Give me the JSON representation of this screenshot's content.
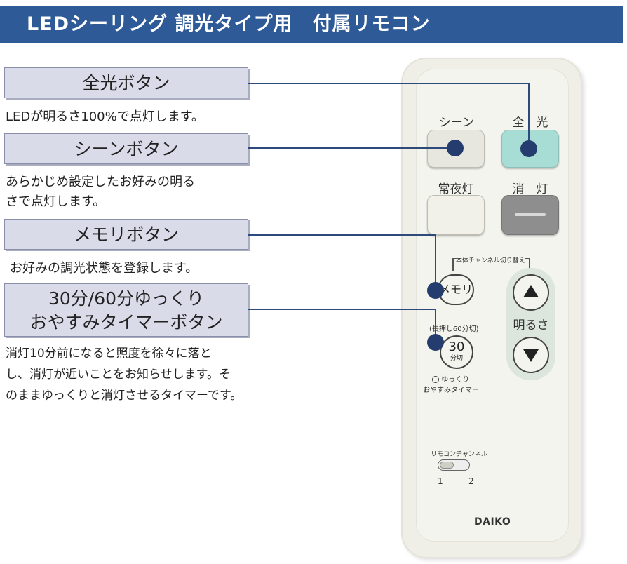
{
  "banner": {
    "title": "LEDシーリング 調光タイプ用　付属リモコン"
  },
  "sections": [
    {
      "label": "全光ボタン",
      "desc": [
        "LEDが明るさ100%で点灯します。"
      ]
    },
    {
      "label": "シーンボタン",
      "desc": [
        "あらかじめ設定したお好みの明る",
        "さで点灯します。"
      ]
    },
    {
      "label": "メモリボタン",
      "desc": [
        "お好みの調光状態を登録します。"
      ]
    },
    {
      "label": [
        "30分/60分ゆっくり",
        "おやすみタイマーボタン"
      ],
      "desc": [
        "消灯10分前になると照度を徐々に落と",
        "し、消灯が近いことをお知らせします。そ",
        "のままゆっくりと消灯させるタイマーです。"
      ]
    }
  ],
  "remote": {
    "scene_label": "シーン",
    "full_label": "全　光",
    "nightlight_label": "常夜灯",
    "off_label": "消　灯",
    "channel_switch_label": "本体チャンネル切り替え",
    "memory_label": "メモリ",
    "long_press_label": "(長押し60分切)",
    "timer_number": "30",
    "timer_unit": "分切",
    "timer_caption_1": "ゆっくり",
    "timer_caption_2": "おやすみタイマー",
    "brightness_label": "明るさ",
    "remote_channel_label": "リモコンチャンネル",
    "channel_1": "1",
    "channel_2": "2",
    "brand": "DAIKO"
  },
  "colors": {
    "banner": "#2e5a97",
    "full_button": "#a8ddd6",
    "off_button": "#8e8e8e",
    "connector": "#2e4a7a"
  }
}
